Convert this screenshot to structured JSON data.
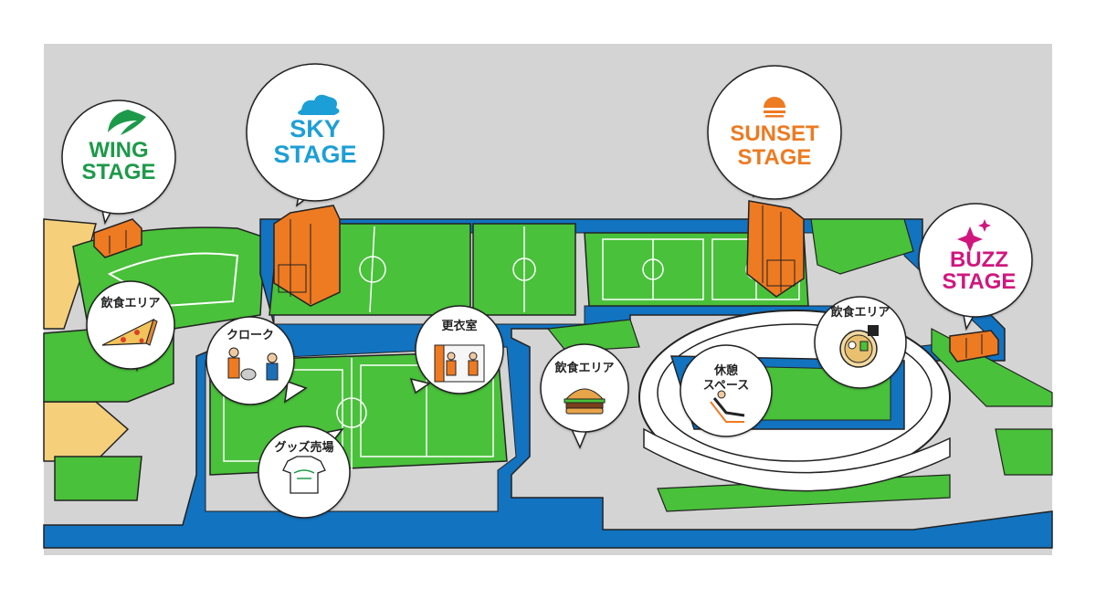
{
  "map": {
    "stages": [
      {
        "line1": "WING",
        "line2": "STAGE",
        "color": "#1f9a4a"
      },
      {
        "line1": "SKY",
        "line2": "STAGE",
        "color": "#1e9fd6"
      },
      {
        "line1": "SUNSET",
        "line2": "STAGE",
        "color": "#ee7a22"
      },
      {
        "line1": "BUZZ",
        "line2": "STAGE",
        "color": "#d1197e"
      }
    ],
    "pois": [
      {
        "label": "飲食エリア",
        "icon": "pizza-icon"
      },
      {
        "label": "クローク",
        "icon": "cloakroom-icon"
      },
      {
        "label": "更衣室",
        "icon": "changing-room-icon"
      },
      {
        "label": "飲食エリア",
        "icon": "burger-icon"
      },
      {
        "label": "休憩",
        "label2": "スペース",
        "icon": "rest-chair-icon"
      },
      {
        "label": "飲食エリア",
        "icon": "ramen-icon"
      },
      {
        "label": "グッズ売場",
        "icon": "tshirt-icon"
      }
    ],
    "colors": {
      "grass": "#49c13a",
      "water": "#1273c0",
      "ground": "#d4d4d4",
      "sand": "#f5cf7a",
      "stage_building": "#ee7a22"
    }
  }
}
